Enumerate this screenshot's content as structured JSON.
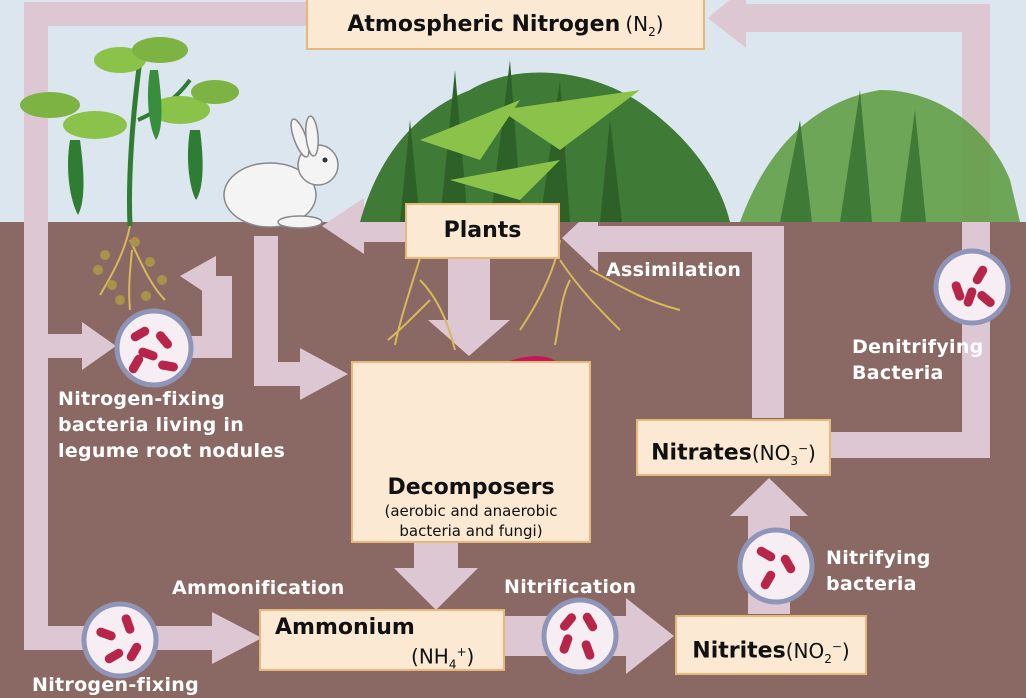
{
  "boxes": {
    "atmospheric": {
      "name": "Atmospheric Nitrogen",
      "formula": "N",
      "sub": "2"
    },
    "plants": {
      "name": "Plants"
    },
    "decomposers": {
      "name": "Decomposers",
      "desc_line1": "(aerobic and anaerobic",
      "desc_line2": "bacteria and fungi)"
    },
    "nitrates": {
      "name": "Nitrates",
      "formula": "NO",
      "sub": "3",
      "sup": "−"
    },
    "nitrites": {
      "name": "Nitrites",
      "formula": "NO",
      "sub": "2",
      "sup": "−"
    },
    "ammonium": {
      "name": "Ammonium",
      "formula": "NH",
      "sub": "4",
      "sup": "+"
    }
  },
  "labels": {
    "assimilation": "Assimilation",
    "denitrifying_line1": "Denitrifying",
    "denitrifying_line2": "Bacteria",
    "nfixing_line1": "Nitrogen-fixing",
    "nfixing_line2": "bacteria living in",
    "nfixing_line3": "legume root nodules",
    "ammonification": "Ammonification",
    "nitrification": "Nitrification",
    "nitrifying_line1": "Nitrifying",
    "nitrifying_line2": "bacteria",
    "soil_nfixing_partial": "Nitrogen-fixing"
  },
  "colors": {
    "sky": "#dce6ee",
    "soil": "#8a6863",
    "arrow": "#dcc7d3",
    "box_fill": "#fbe9d3",
    "box_border": "#e8b878",
    "bacteria": "#b8254a"
  }
}
